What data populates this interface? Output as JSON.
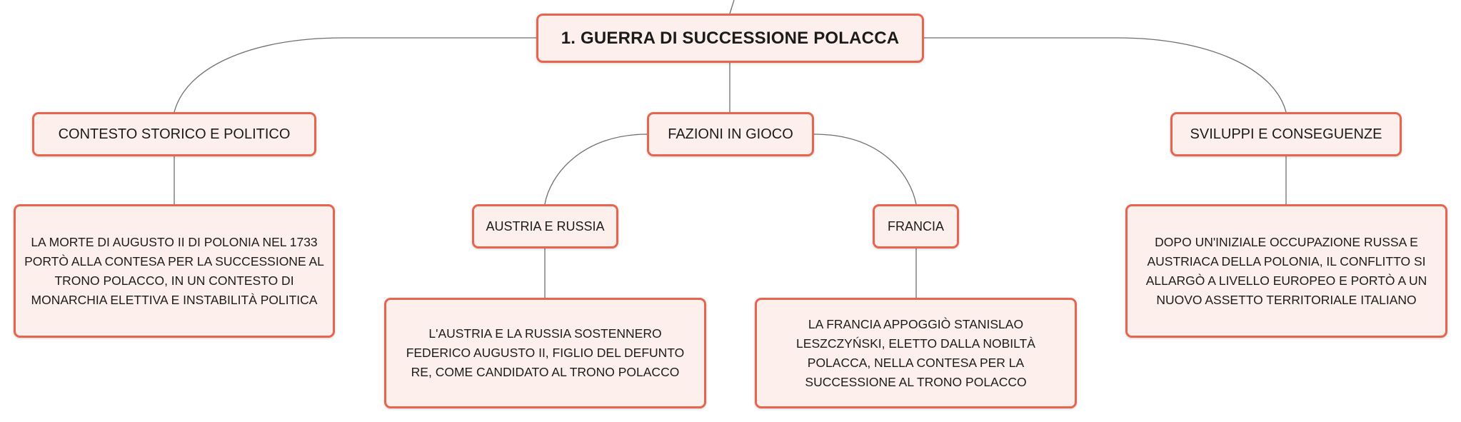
{
  "root": {
    "label": "1. GUERRA DI SUCCESSIONE POLACCA"
  },
  "branches": {
    "contesto": {
      "label": "CONTESTO STORICO E POLITICO",
      "description": "LA MORTE DI AUGUSTO II DI POLONIA NEL 1733 PORTÒ ALLA CONTESA PER LA SUCCESSIONE AL TRONO POLACCO, IN UN CONTESTO DI MONARCHIA ELETTIVA E INSTABILITÀ POLITICA"
    },
    "fazioni": {
      "label": "FAZIONI IN GIOCO",
      "austria": {
        "label": "AUSTRIA E RUSSIA",
        "description": "L'AUSTRIA E LA RUSSIA SOSTENNERO FEDERICO AUGUSTO II, FIGLIO DEL DEFUNTO RE, COME CANDIDATO AL TRONO POLACCO"
      },
      "francia": {
        "label": "FRANCIA",
        "description": "LA FRANCIA APPOGGIÒ STANISLAO LESZCZYŃSKI, ELETTO DALLA NOBILTÀ POLACCA, NELLA CONTESA PER LA SUCCESSIONE AL TRONO POLACCO"
      }
    },
    "sviluppi": {
      "label": "SVILUPPI E CONSEGUENZE",
      "description": "DOPO UN'INIZIALE OCCUPAZIONE RUSSA E AUSTRIACA DELLA POLONIA, IL CONFLITTO SI ALLARGÒ A LIVELLO EUROPEO E PORTÒ A UN NUOVO ASSETTO TERRITORIALE ITALIANO"
    }
  },
  "colors": {
    "node_border": "#e7644f",
    "node_fill": "#fdf0ec",
    "connector": "#6f6f6f"
  }
}
